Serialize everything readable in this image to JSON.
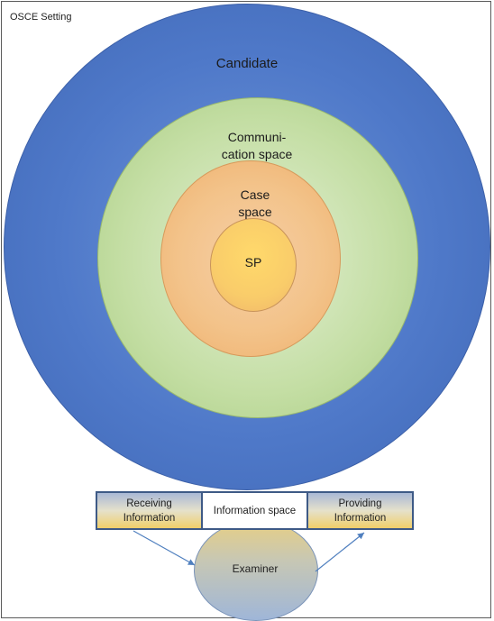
{
  "setting_label": "OSCE Setting",
  "rings": {
    "candidate": "Candidate",
    "communication_line1": "Communi-",
    "communication_line2": "cation space",
    "case_line1": "Case",
    "case_line2": "space",
    "sp": "SP"
  },
  "info_bar": {
    "receiving_line1": "Receiving",
    "receiving_line2": "Information",
    "information_space": "Information space",
    "providing_line1": "Providing",
    "providing_line2": "Information"
  },
  "examiner": "Examiner",
  "colors": {
    "candidate_blue": "#4f79c9",
    "communication_green": "#c4dea4",
    "case_orange": "#f3c38a",
    "sp_yellow": "#f9cc6a",
    "bar_border": "#3e5a86"
  }
}
